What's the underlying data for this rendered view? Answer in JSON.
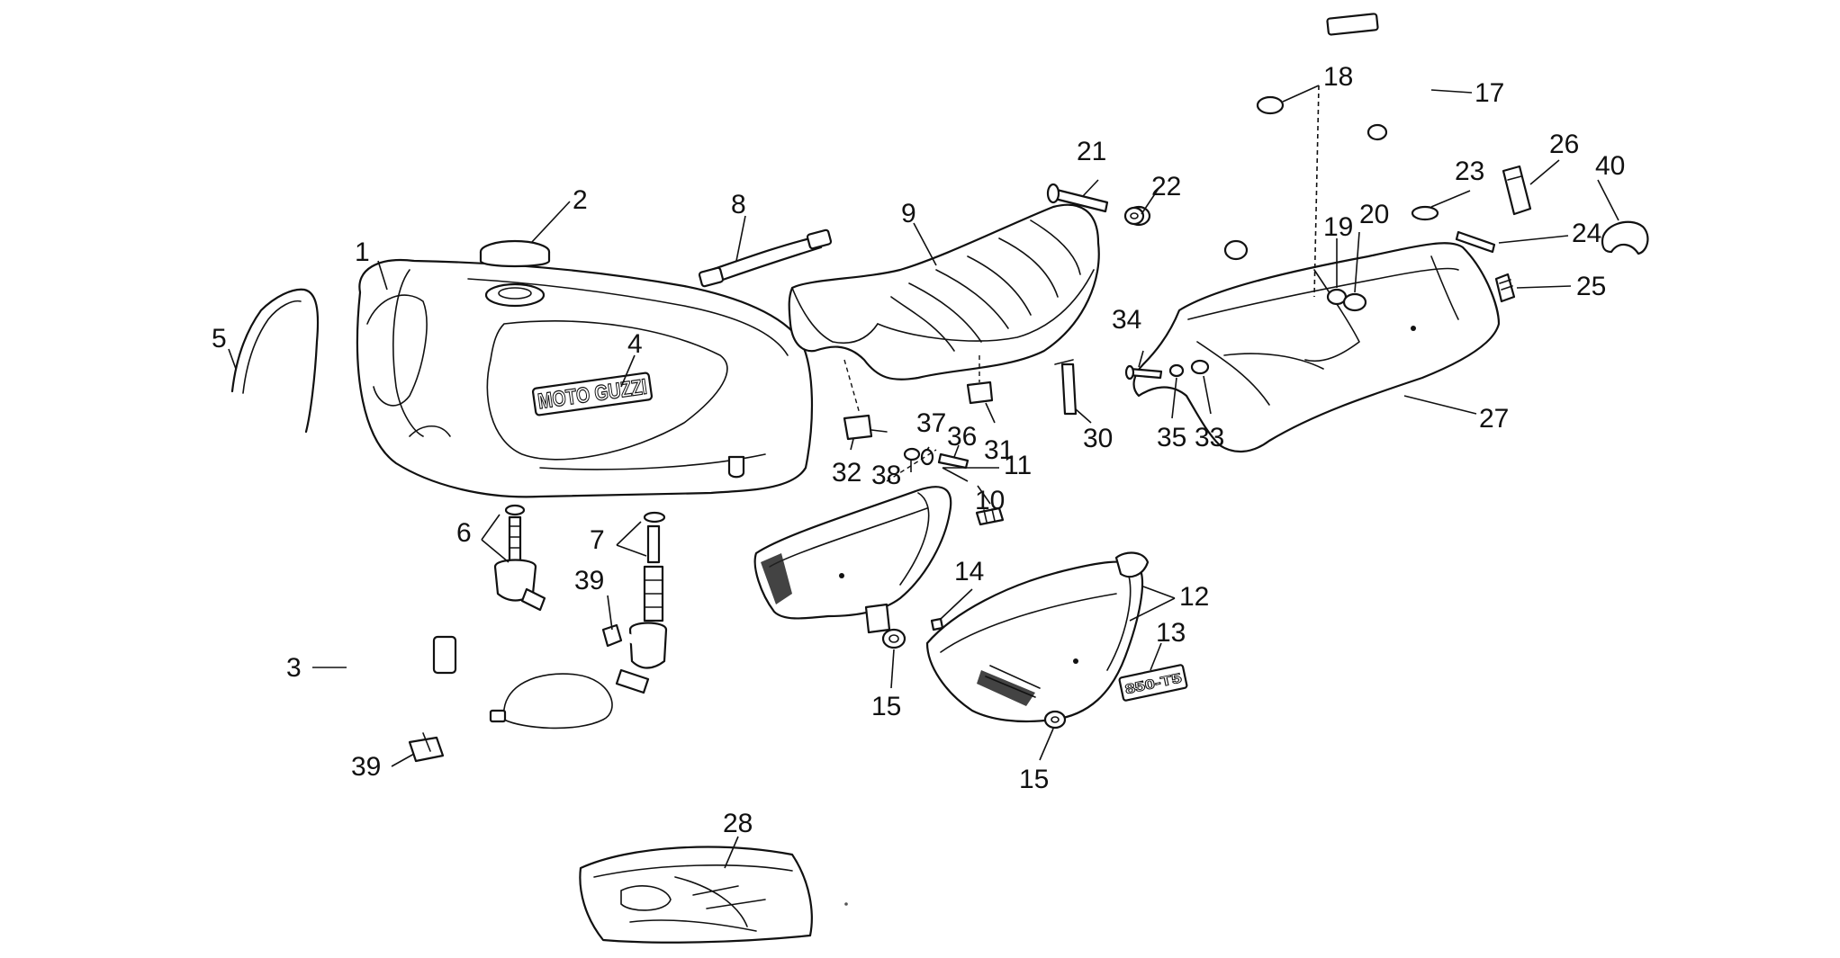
{
  "brand_text": "MOTO GUZZI",
  "side_decal_text": "850-T5",
  "callouts": {
    "n1": "1",
    "n2": "2",
    "n3": "3",
    "n4": "4",
    "n5": "5",
    "n6": "6",
    "n7": "7",
    "n8": "8",
    "n9": "9",
    "n10": "10",
    "n11": "11",
    "n12": "12",
    "n13": "13",
    "n14": "14",
    "n15a": "15",
    "n15b": "15",
    "n17": "17",
    "n18": "18",
    "n19": "19",
    "n20": "20",
    "n21": "21",
    "n22": "22",
    "n23": "23",
    "n24": "24",
    "n25": "25",
    "n26": "26",
    "n27": "27",
    "n28": "28",
    "n30": "30",
    "n31": "31",
    "n32": "32",
    "n33": "33",
    "n34": "34",
    "n35": "35",
    "n36": "36",
    "n37": "37",
    "n38": "38",
    "n39a": "39",
    "n39b": "39",
    "n40": "40"
  }
}
